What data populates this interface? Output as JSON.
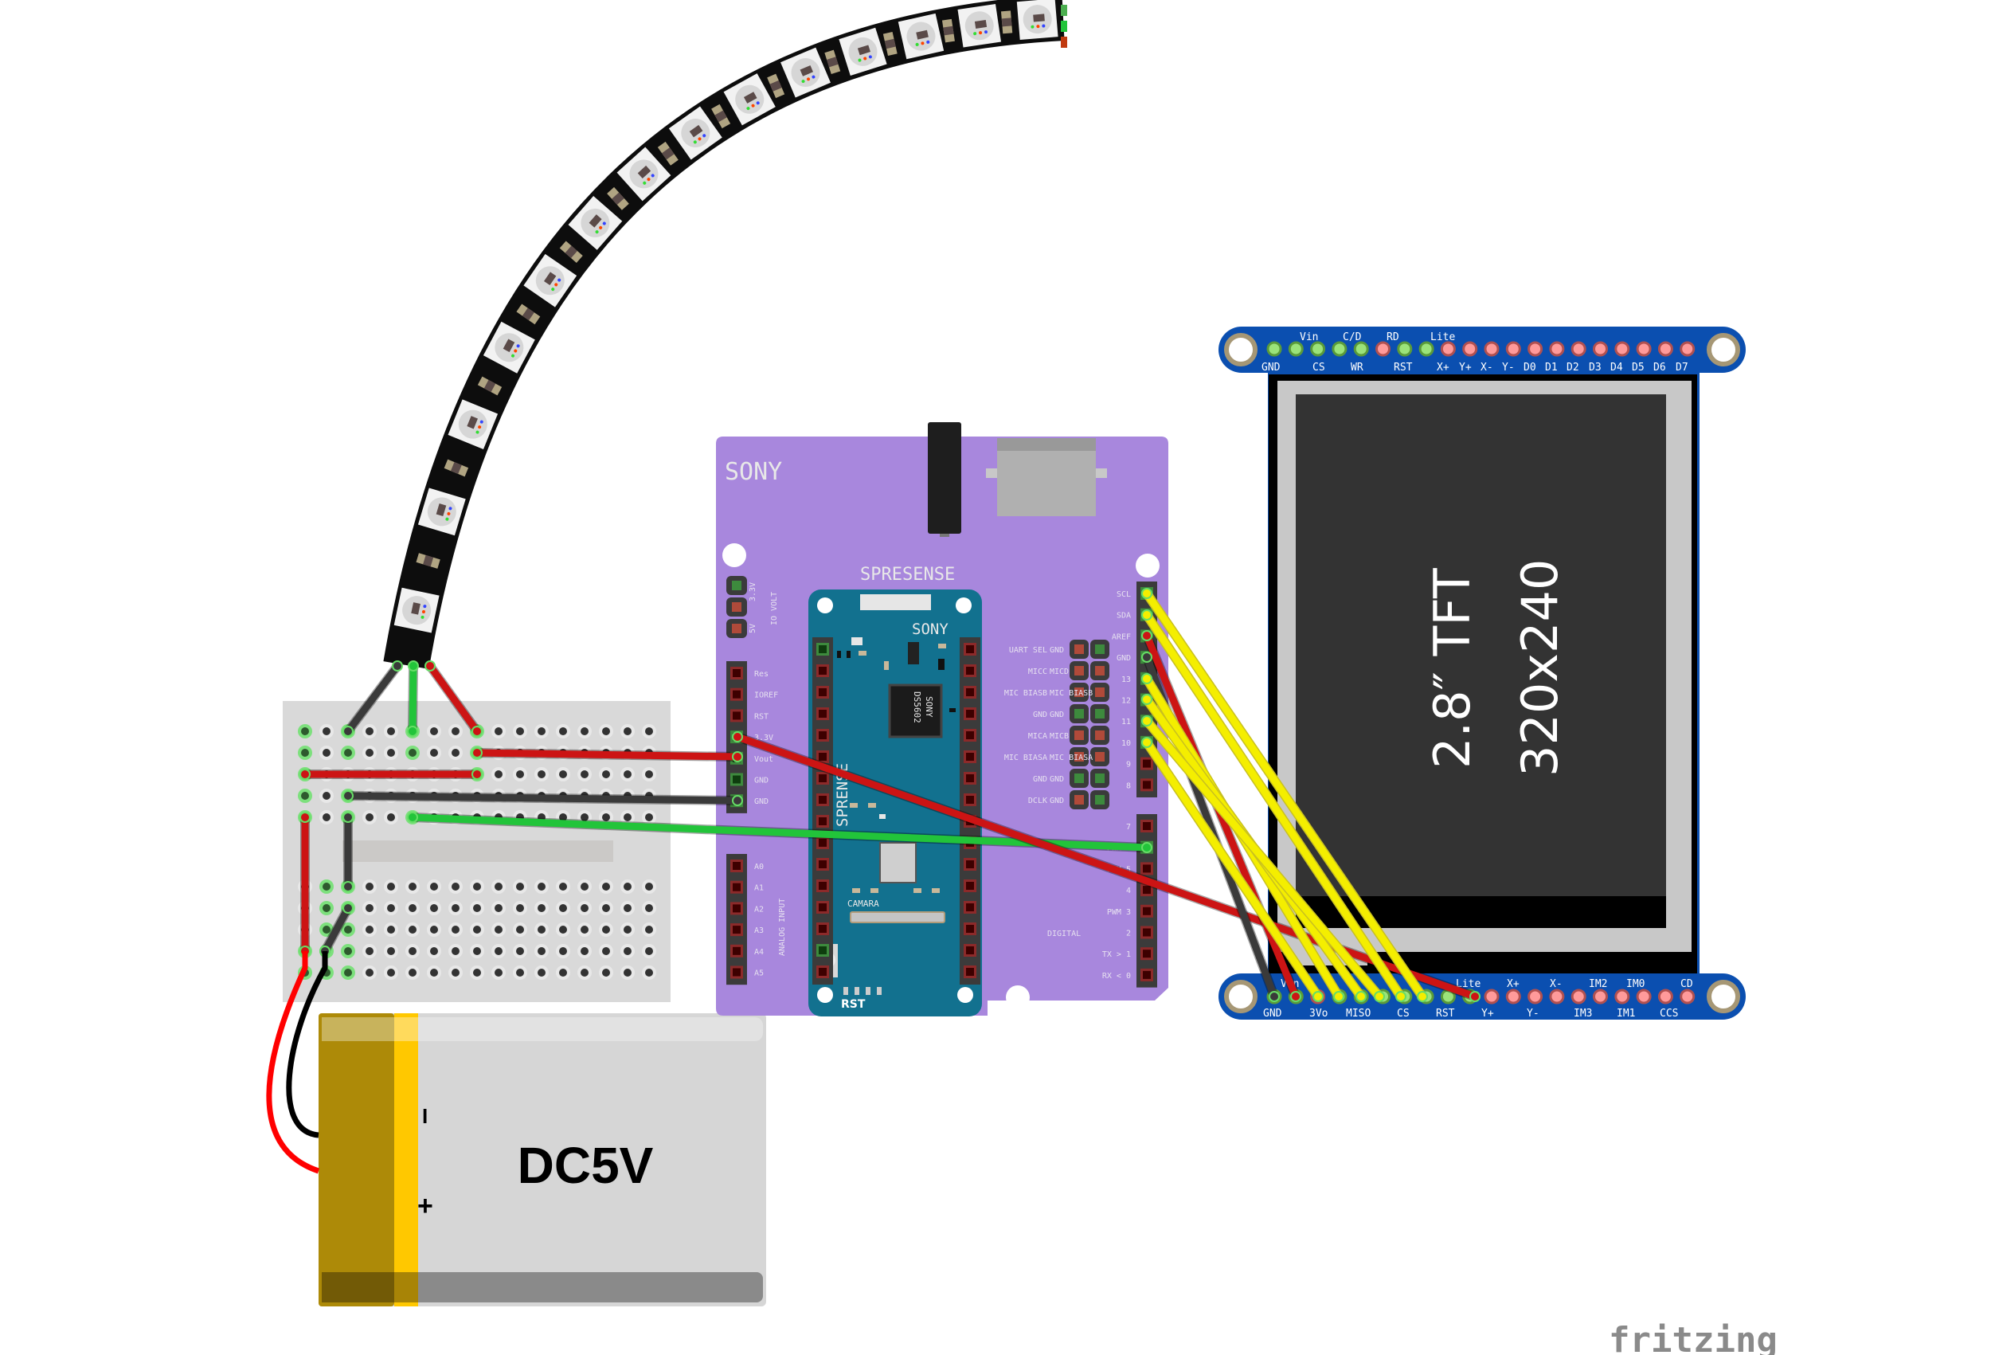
{
  "diagram": {
    "tool_logo": "fritzing",
    "components": {
      "led_strip": {
        "name": "NeoPixel LED strip",
        "led_count": 14
      },
      "breadboard": {
        "name": "Mini breadboard"
      },
      "battery": {
        "label": "DC5V",
        "minus_symbol": "I",
        "plus_symbol": "+"
      },
      "shield": {
        "brand": "SONY",
        "title": "SPRESENSE",
        "io_volt_label": "IO VOLT",
        "io_volt_pins": [
          "3.3V",
          "5V"
        ],
        "power_pins": [
          "Res",
          "IOREF",
          "RST",
          "3.3V",
          "Vout",
          "GND",
          "GND"
        ],
        "analog_pins": [
          "A0",
          "A1",
          "A2",
          "A3",
          "A4",
          "A5"
        ],
        "analog_label": "ANALOG INPUT",
        "digital_label": "DIGITAL",
        "upper_digital_pins": [
          "SCL",
          "SDA",
          "AREF",
          "GND",
          "13",
          "12",
          "11",
          "10",
          "9",
          "8"
        ],
        "lower_digital_pins": [
          "7",
          "PWM 6",
          "PWM 5",
          "4",
          "PWM 3",
          "2",
          "TX > 1",
          "RX < 0"
        ],
        "mic_header_left": [
          "UART SEL",
          "MICC",
          "MIC BIASB",
          "GND",
          "MICA",
          "MIC BIASA",
          "GND",
          "DCLK"
        ],
        "mic_header_right": [
          "GND",
          "MICD",
          "MIC BIASB",
          "GND",
          "MICB",
          "MIC BIASA",
          "GND",
          "GND"
        ]
      },
      "main_board": {
        "brand": "SONY",
        "chip_brand": "SONY",
        "chip_model": "DS5602",
        "side_label": "SPRENSE",
        "camera_label": "CAMARA",
        "reset_label": "RST"
      },
      "tft": {
        "title": "2.8″ TFT",
        "resolution": "320x240",
        "top_header_upper_labels": [
          "Vin",
          "C/D",
          "RD",
          "Lite"
        ],
        "top_header_lower_labels": [
          "GND",
          "CS",
          "WR",
          "RST",
          "X+",
          "Y+",
          "X-",
          "Y-",
          "D0",
          "D1",
          "D2",
          "D3",
          "D4",
          "D5",
          "D6",
          "D7"
        ],
        "bottom_header_upper_labels": [
          "Vin",
          "Lite",
          "X+",
          "X-",
          "IM2",
          "IM0",
          "CD"
        ],
        "bottom_header_lower_labels": [
          "GND",
          "3Vo",
          "MISO",
          "CS",
          "RST",
          "Y+",
          "Y-",
          "IM3",
          "IM1",
          "CCS"
        ]
      }
    },
    "wire_colors": {
      "power": "#cc1414",
      "ground": "#3a3a3a",
      "data_led": "#22c43a",
      "spi": "#f4ee00",
      "battery_pos": "#ff0000",
      "battery_neg": "#000000"
    },
    "colors": {
      "shield_purple": "#a887dd",
      "board_teal": "#12718f",
      "tft_blue": "#0b4fb0",
      "screen": "#333333",
      "breadboard": "#d9d9d9",
      "battery_gold": "#ad8a08",
      "battery_stripe": "#ffc800"
    }
  }
}
